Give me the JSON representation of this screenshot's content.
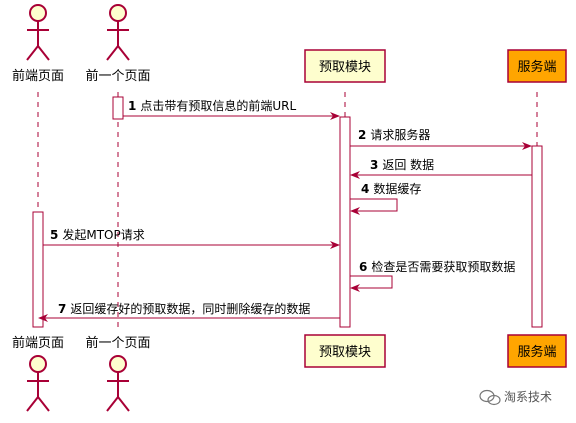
{
  "colors": {
    "lifeline": "#A80036",
    "actor_fill": "#FEFECE",
    "box_fill": "#FEFECE",
    "box_stroke": "#A80036",
    "highlight_fill": "#FFA500",
    "arrow": "#A80036",
    "activation_fill": "#ffffff"
  },
  "participants": [
    {
      "id": "p1",
      "kind": "actor",
      "label": "前端页面"
    },
    {
      "id": "p2",
      "kind": "actor",
      "label": "前一个页面"
    },
    {
      "id": "p3",
      "kind": "box",
      "label": "预取模块"
    },
    {
      "id": "p4",
      "kind": "box",
      "label": "服务端",
      "highlight": true
    }
  ],
  "messages": [
    {
      "num": "1",
      "text": "点击带有预取信息的前端URL",
      "from": "p2",
      "to": "p3"
    },
    {
      "num": "2",
      "text": "请求服务器",
      "from": "p3",
      "to": "p4"
    },
    {
      "num": "3",
      "text": "返回 数据",
      "from": "p4",
      "to": "p3"
    },
    {
      "num": "4",
      "text": "数据缓存",
      "from": "p3",
      "to": "p3",
      "self": true
    },
    {
      "num": "5",
      "text": "发起MTOP请求",
      "from": "p1",
      "to": "p3"
    },
    {
      "num": "6",
      "text": "检查是否需要获取预取数据",
      "from": "p3",
      "to": "p3",
      "self": true
    },
    {
      "num": "7",
      "text": "返回缓存好的预取数据，同时删除缓存的数据",
      "from": "p3",
      "to": "p1"
    }
  ],
  "watermark": {
    "text": "淘系技术",
    "icon": "wechat-icon"
  }
}
